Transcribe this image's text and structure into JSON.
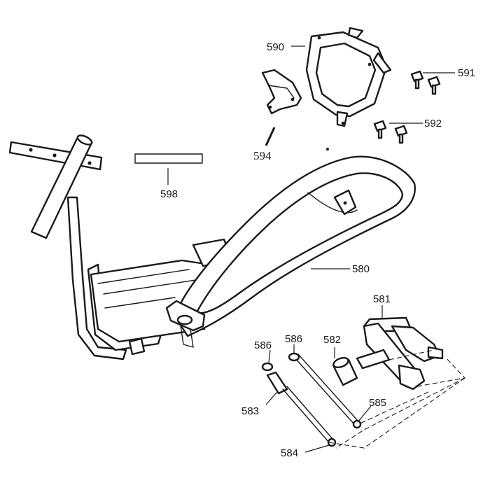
{
  "diagram": {
    "callouts": [
      {
        "id": "590",
        "text": "590"
      },
      {
        "id": "591",
        "text": "591"
      },
      {
        "id": "592",
        "text": "592"
      },
      {
        "id": "594",
        "text": "594"
      },
      {
        "id": "598",
        "text": "598"
      },
      {
        "id": "580",
        "text": "580"
      },
      {
        "id": "581",
        "text": "581"
      },
      {
        "id": "582",
        "text": "582"
      },
      {
        "id": "583",
        "text": "583"
      },
      {
        "id": "584",
        "text": "584"
      },
      {
        "id": "585",
        "text": "585"
      },
      {
        "id": "586a",
        "text": "586"
      },
      {
        "id": "586b",
        "text": "586"
      }
    ]
  }
}
